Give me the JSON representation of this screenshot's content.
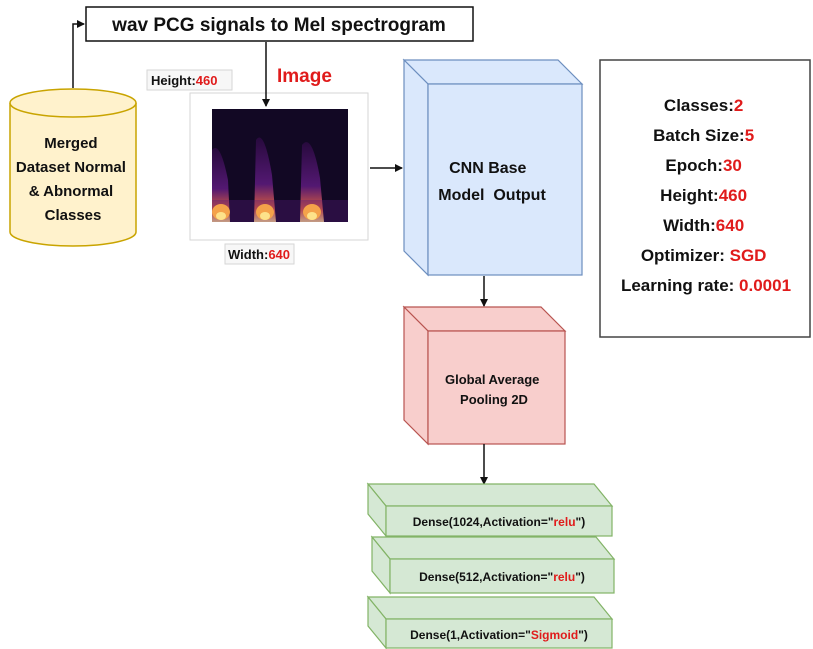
{
  "title": "wav PCG signals to Mel spectrogram",
  "dataset": {
    "lines": [
      "Merged",
      "Dataset Normal",
      "& Abnormal",
      "Classes"
    ]
  },
  "image": {
    "label": "Image",
    "height_label": "Height:",
    "height_value": "460",
    "width_label": "Width:",
    "width_value": "640"
  },
  "cnn": {
    "lines": [
      "CNN Base",
      "Model  Output"
    ]
  },
  "gap": {
    "lines": [
      "Global Average",
      "Pooling 2D"
    ]
  },
  "dense": [
    {
      "prefix": "Dense(1024,Activation=\"",
      "act": "relu",
      "suffix": "\")"
    },
    {
      "prefix": "Dense(512,Activation=\"",
      "act": "relu",
      "suffix": "\")"
    },
    {
      "prefix": "Dense(1,Activation=\"",
      "act": "Sigmoid",
      "suffix": "\")"
    }
  ],
  "params": [
    {
      "label": "Classes:",
      "value": "2"
    },
    {
      "label": "Batch Size:",
      "value": "5"
    },
    {
      "label": "Epoch:",
      "value": "30"
    },
    {
      "label": "Height:",
      "value": "460"
    },
    {
      "label": "Width:",
      "value": "640"
    },
    {
      "label": "Optimizer: ",
      "value": "SGD"
    },
    {
      "label": "Learning rate: ",
      "value": "0.0001"
    }
  ],
  "colors": {
    "cylinder": "#fff2cc",
    "cnn": "#dae8fc",
    "gap": "#f8cecc",
    "dense": "#d5e8d4",
    "accent_red": "#e01b1b"
  }
}
